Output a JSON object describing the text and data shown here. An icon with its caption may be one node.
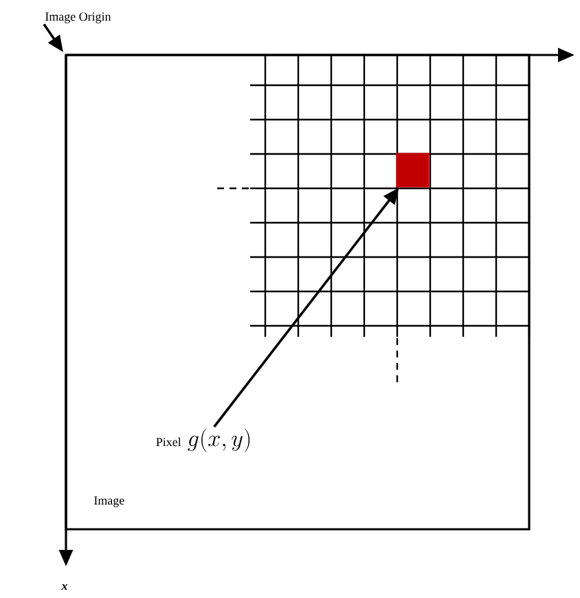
{
  "diagram": {
    "nodes": [
      {
        "text": [
          "Image"
        ]
      },
      {
        "text": [
          "Image Origin"
        ]
      },
      {
        "text": [
          "Pixel",
          "g(x, y)"
        ],
        "in": 0
      },
      {
        "text": [],
        "shape": "box",
        "in": 0
      }
    ],
    "edges": [
      {
        "from": 1,
        "to": null,
        "arrow": "to"
      },
      {
        "from": 2,
        "to": 3,
        "arrow": "to"
      }
    ],
    "labels": [
      "x"
    ]
  }
}
